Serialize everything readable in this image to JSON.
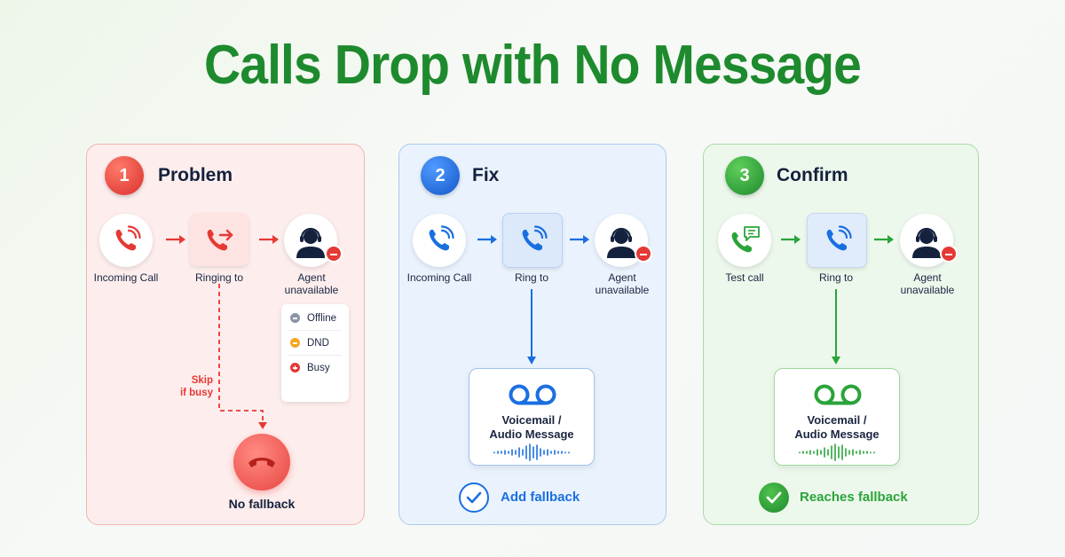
{
  "title": "Calls Drop with No Message",
  "colors": {
    "title": "#1e8a2e",
    "problem": "#e53935",
    "fix": "#1a6fe0",
    "confirm": "#2aa43a"
  },
  "panels": {
    "problem": {
      "number": "1",
      "title": "Problem",
      "nodes": {
        "incoming": "Incoming Call",
        "ringing": "Ringing to",
        "agent": "Agent unavailable"
      },
      "statuses": [
        {
          "label": "Offline",
          "color": "#8a94a3"
        },
        {
          "label": "DND",
          "color": "#f5a623"
        },
        {
          "label": "Busy",
          "color": "#e53935"
        }
      ],
      "skip_label_1": "Skip",
      "skip_label_2": "if busy",
      "footer": "No fallback"
    },
    "fix": {
      "number": "2",
      "title": "Fix",
      "nodes": {
        "incoming": "Incoming Call",
        "ringing": "Ring to",
        "agent": "Agent unavailable"
      },
      "voicemail_line1": "Voicemail /",
      "voicemail_line2": "Audio Message",
      "footer": "Add fallback"
    },
    "confirm": {
      "number": "3",
      "title": "Confirm",
      "nodes": {
        "incoming": "Test call",
        "ringing": "Ring to",
        "agent": "Agent unavailable"
      },
      "voicemail_line1": "Voicemail /",
      "voicemail_line2": "Audio Message",
      "footer": "Reaches fallback"
    }
  }
}
